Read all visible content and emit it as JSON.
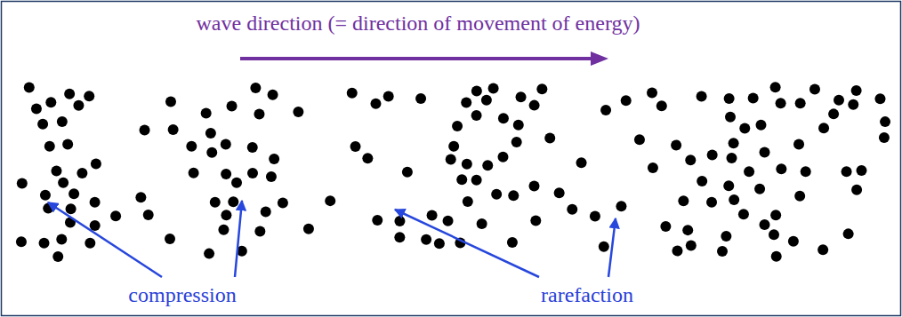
{
  "diagram": {
    "labels": [
      "wave direction (= direction of movement of energy)",
      "compression",
      "rarefaction"
    ]
  }
}
